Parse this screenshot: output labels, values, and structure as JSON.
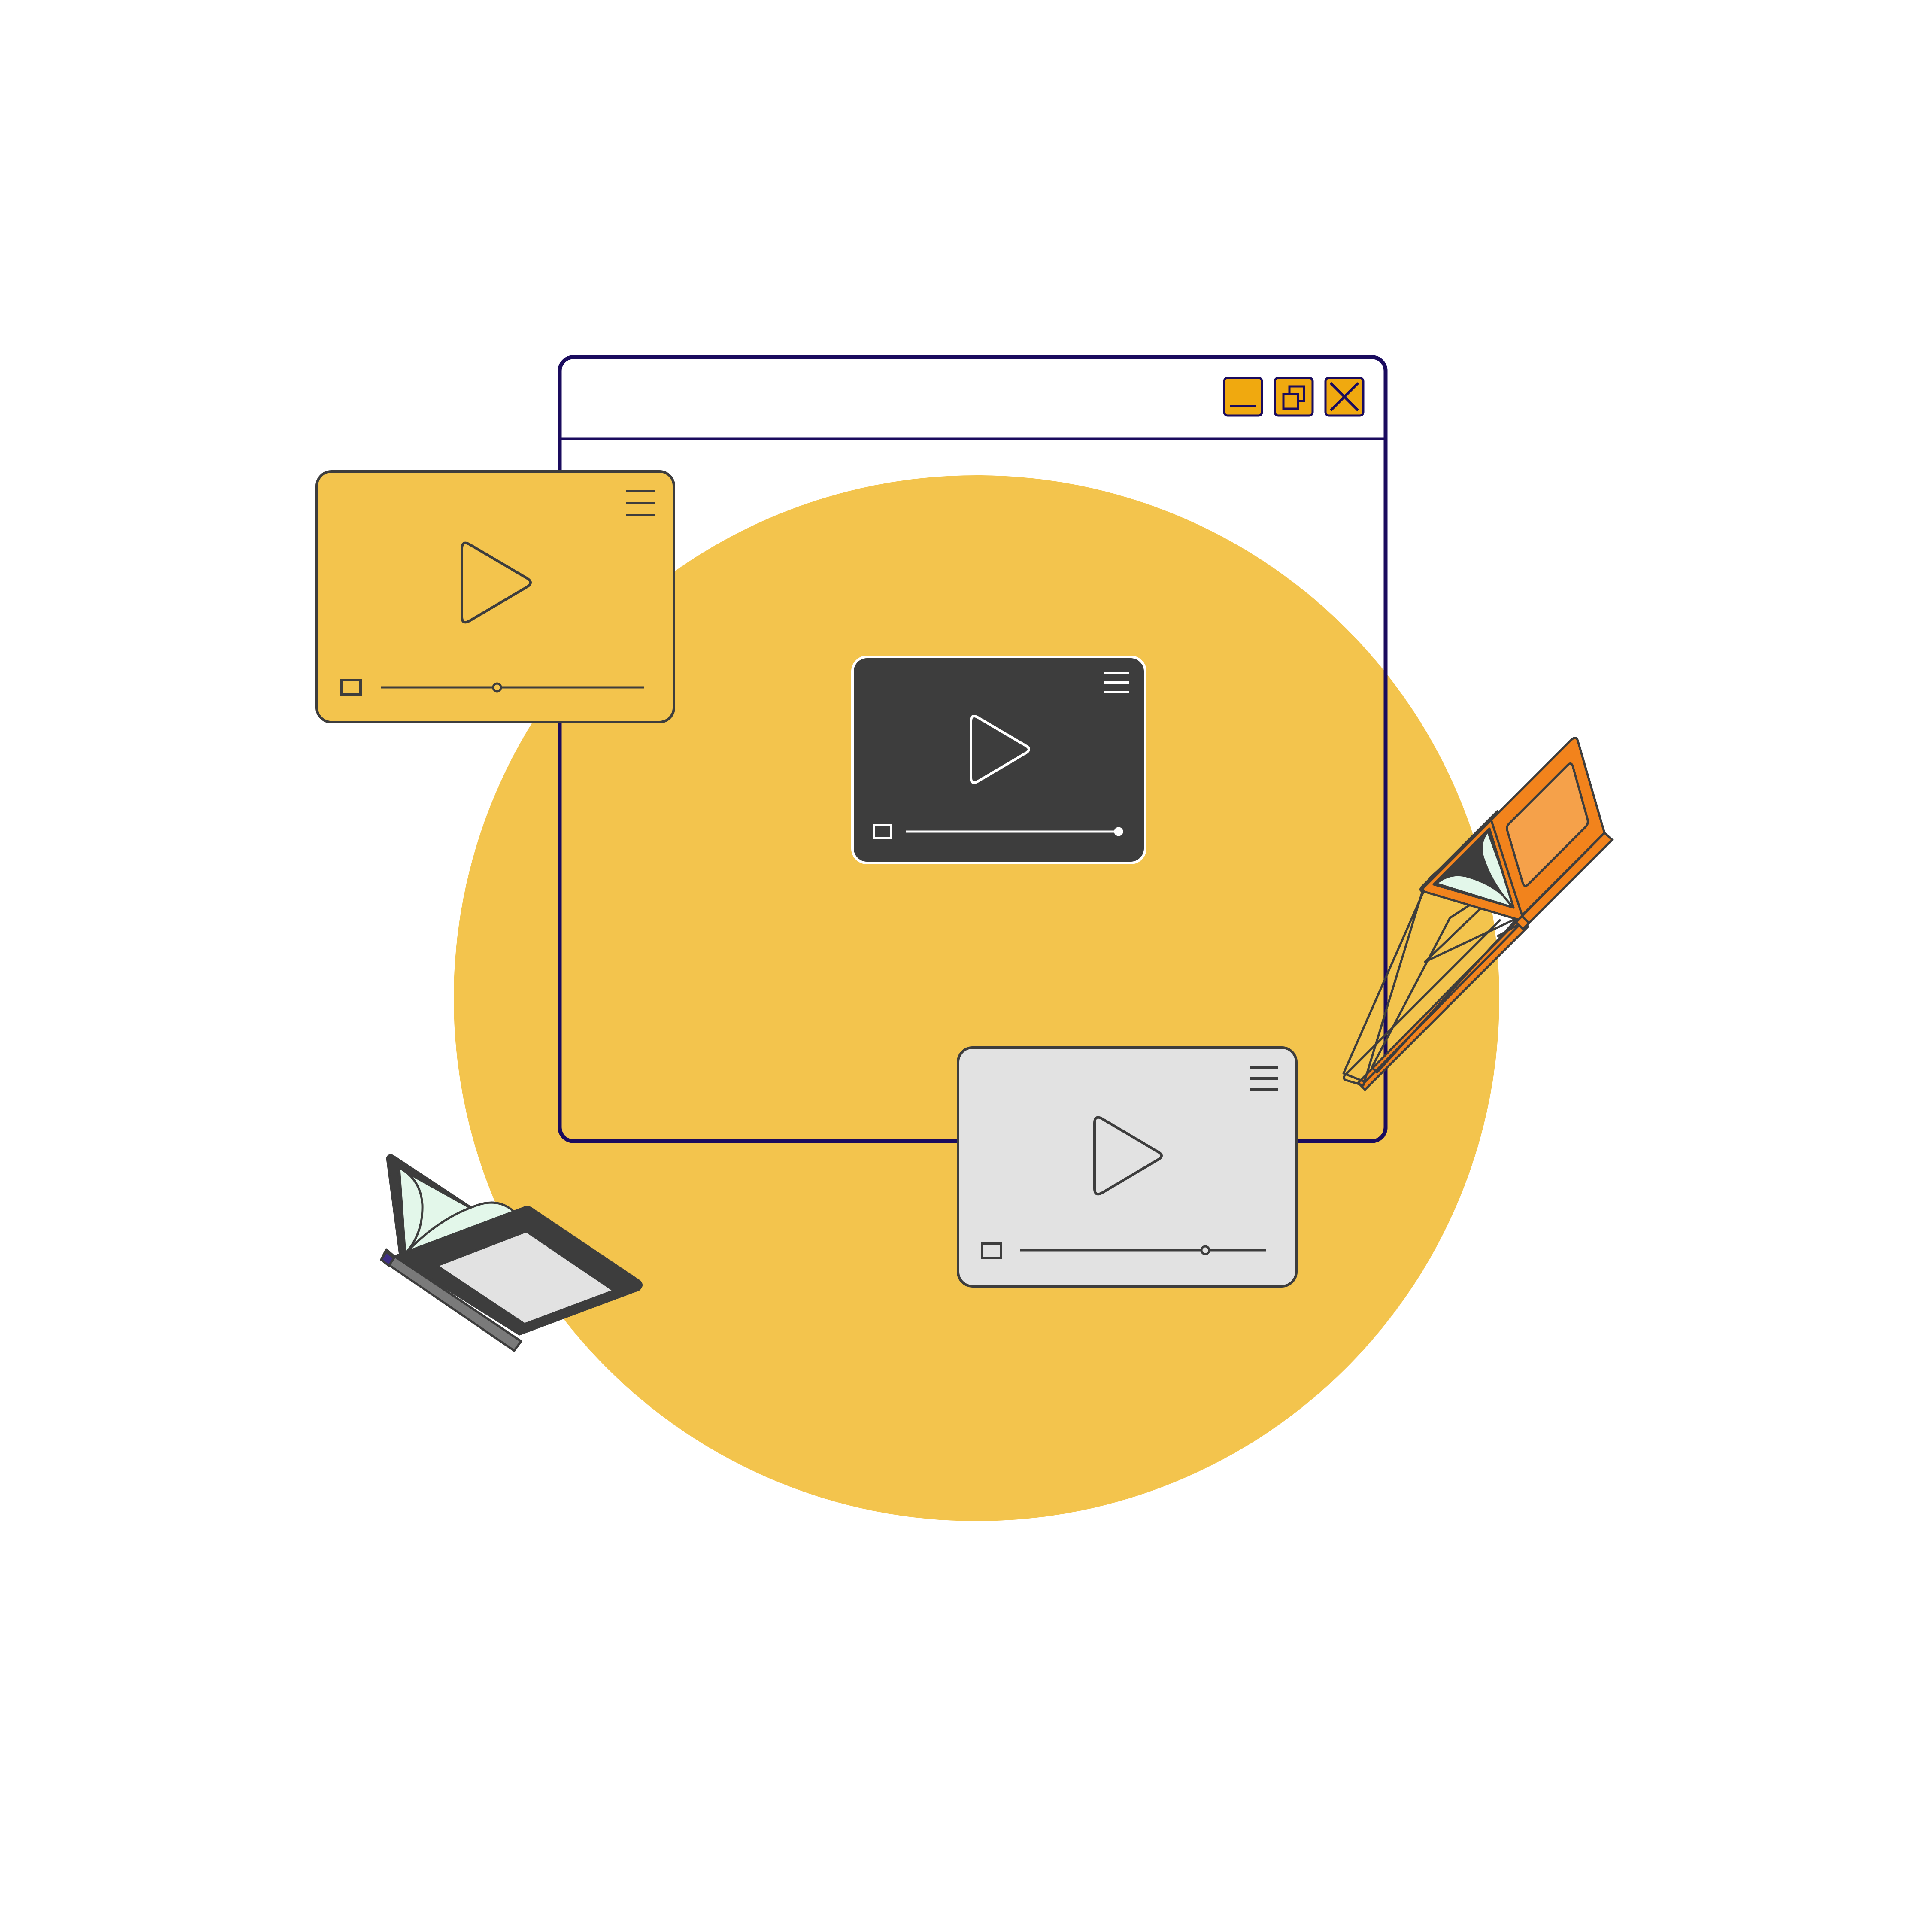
{
  "colors": {
    "background": "#ffffff",
    "circle": "#f3c44d",
    "window_outline": "#1a0b5e",
    "window_button": "#f0a90f",
    "stroke": "#3d3d3d",
    "player_yellow": "#f3c44d",
    "player_dark": "#3d3d3d",
    "player_light": "#e2e2e2",
    "book_orange": "#f2831c",
    "book_orange_page": "#f5a14a",
    "book_leaf": "#e3f7ea",
    "book_gray_cover": "#3d3d3d",
    "book_gray_page": "#e2e2e2"
  },
  "window": {
    "controls": [
      "minimize-icon",
      "restore-icon",
      "close-icon"
    ]
  },
  "players": [
    {
      "id": "player-yellow",
      "theme": "yellow",
      "icons": [
        "play-icon",
        "menu-icon",
        "screen-icon"
      ],
      "progress": 0.44
    },
    {
      "id": "player-dark",
      "theme": "dark",
      "icons": [
        "play-icon",
        "menu-icon",
        "screen-icon"
      ],
      "progress": 1.0
    },
    {
      "id": "player-light",
      "theme": "light",
      "icons": [
        "play-icon",
        "menu-icon",
        "screen-icon"
      ],
      "progress": 0.75
    }
  ],
  "books": [
    {
      "id": "book-orange",
      "icon": "open-book-icon"
    },
    {
      "id": "book-gray",
      "icon": "open-book-icon"
    }
  ]
}
